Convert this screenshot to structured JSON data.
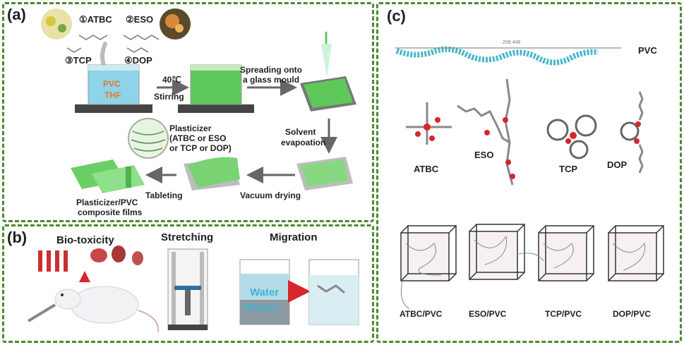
{
  "panel_a": {
    "label": "(a)",
    "plasticizers": [
      "①ATBC",
      "②ESO",
      "③TCP",
      "④DOP"
    ],
    "beaker_text_1": "PVC",
    "beaker_text_2": "THF",
    "temperature": "40℃",
    "stirring": "Stirring",
    "spreading_1": "Spreading onto",
    "spreading_2": "a glass mould",
    "solvent_1": "Solvent",
    "solvent_2": "evapoation",
    "plasticizer_1": "Plasticizer",
    "plasticizer_2": "(ATBC or ESO",
    "plasticizer_3": "or TCP or DOP)",
    "vacuum": "Vacuum drying",
    "tableting": "Tableting",
    "films_1": "Plasticizer/PVC",
    "films_2": "composite films"
  },
  "panel_b": {
    "label": "(b)",
    "biotox": "Bio-toxicity",
    "stretching": "Stretching",
    "migration": "Migration",
    "water": "Water",
    "ethanol": "Ethanol"
  },
  "panel_c": {
    "label": "(c)",
    "pvc": "PVC",
    "pvc_length": "208.446",
    "molecules": [
      "ATBC",
      "ESO",
      "TCP",
      "DOP"
    ],
    "boxes": [
      "ATBC/PVC",
      "ESO/PVC",
      "TCP/PVC",
      "DOP/PVC"
    ]
  },
  "colors": {
    "border": "#4b8a2e",
    "film": "#5fc85a",
    "liquid": "#8fd3e8",
    "atom_red": "#d8262a",
    "atom_grey": "#8a8a8a"
  }
}
